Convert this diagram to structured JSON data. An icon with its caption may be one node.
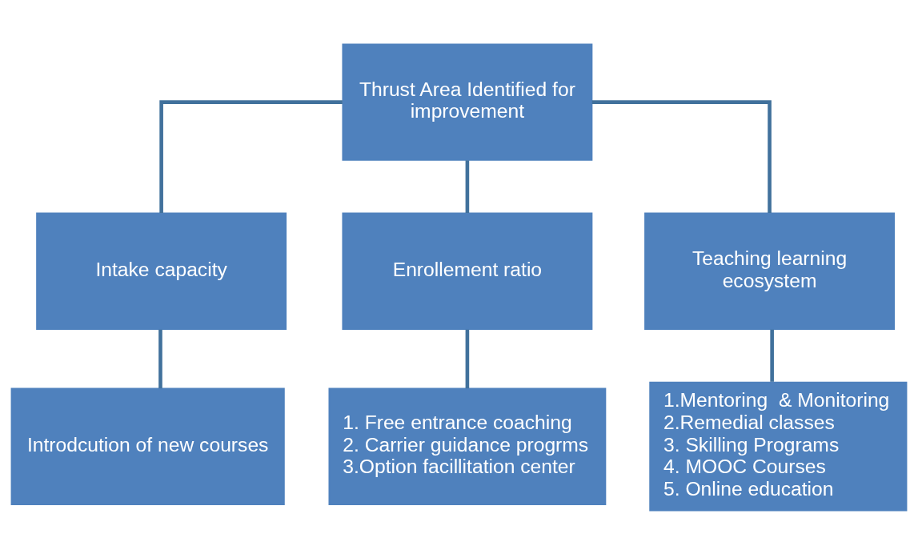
{
  "diagram": {
    "nodes": [
      {
        "text": [
          "Thrust Area Identified for improvement"
        ]
      },
      {
        "text": [
          "Intake capacity"
        ]
      },
      {
        "text": [
          "Enrollement ratio"
        ]
      },
      {
        "text": [
          "Teaching learning ecosystem"
        ]
      },
      {
        "text": [
          "Introdcution of new courses"
        ]
      },
      {
        "text": [
          "1. Free entrance coaching",
          "2. Carrier guidance progrms",
          "3.Option facillitation center"
        ]
      },
      {
        "text": [
          "1.Mentoring  & Monitoring",
          "2.Remedial classes",
          "3. Skilling Programs",
          "4. MOOC Courses",
          "5. Online education"
        ]
      }
    ],
    "edges": [
      {
        "from": 0,
        "to": 1,
        "arrow": "none"
      },
      {
        "from": 0,
        "to": 2,
        "arrow": "none"
      },
      {
        "from": 0,
        "to": 3,
        "arrow": "none"
      },
      {
        "from": 1,
        "to": 4,
        "arrow": "none"
      },
      {
        "from": 2,
        "to": 5,
        "arrow": "none"
      },
      {
        "from": 3,
        "to": 6,
        "arrow": "none"
      }
    ]
  }
}
